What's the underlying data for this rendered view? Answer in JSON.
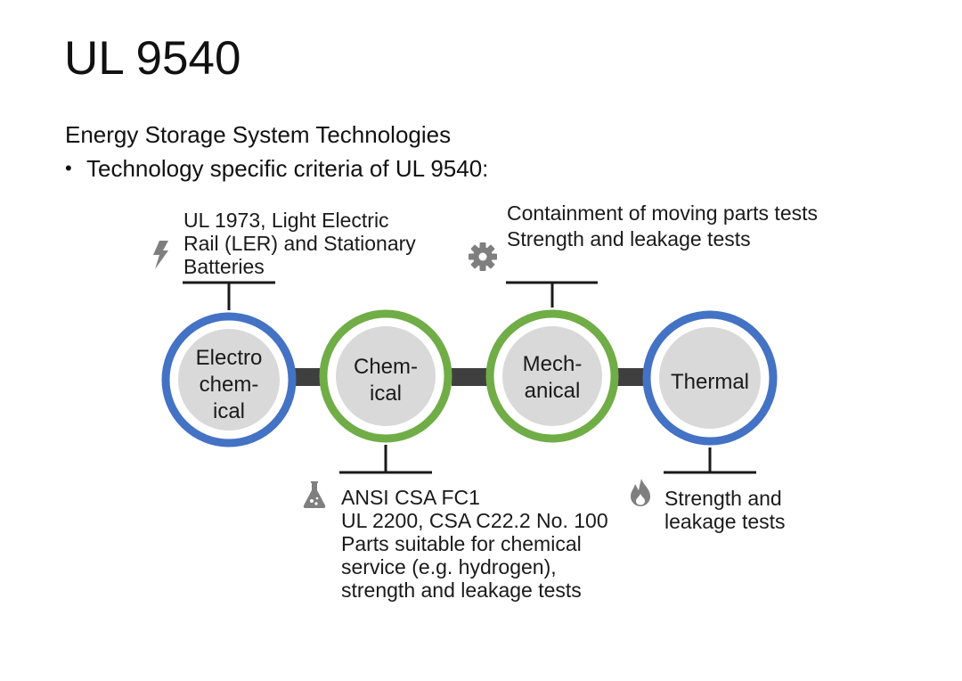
{
  "slide": {
    "title": "UL 9540",
    "subtitle": "Energy Storage System Technologies",
    "bullet": "Technology specific criteria of UL 9540:"
  },
  "colors": {
    "blue_ring": "#4472C4",
    "green_ring": "#70AD47",
    "node_fill": "#D9D9D9",
    "connector": "#3F3F3F",
    "icon": "#7F7F7F"
  },
  "nodes": [
    {
      "lines": [
        "Electro",
        "chem-",
        "ical"
      ],
      "ring": "blue"
    },
    {
      "lines": [
        "Chem-",
        "ical"
      ],
      "ring": "green"
    },
    {
      "lines": [
        "Mech-",
        "anical"
      ],
      "ring": "green"
    },
    {
      "lines": [
        "Thermal"
      ],
      "ring": "blue"
    }
  ],
  "callouts": {
    "electrochemical": {
      "icon": "lightning-bolt-icon",
      "lines": [
        "UL 1973, Light Electric",
        "Rail (LER) and Stationary",
        "Batteries"
      ]
    },
    "mechanical": {
      "icon": "gear-icon",
      "lines": [
        "Containment of moving parts tests",
        "Strength and leakage tests"
      ]
    },
    "chemical": {
      "icon": "flask-icon",
      "lines": [
        "ANSI CSA FC1",
        "UL 2200, CSA C22.2 No. 100",
        "Parts suitable for chemical",
        "service (e.g. hydrogen),",
        "strength and leakage tests"
      ]
    },
    "thermal": {
      "icon": "flame-icon",
      "lines": [
        "Strength and",
        "leakage tests"
      ]
    }
  }
}
